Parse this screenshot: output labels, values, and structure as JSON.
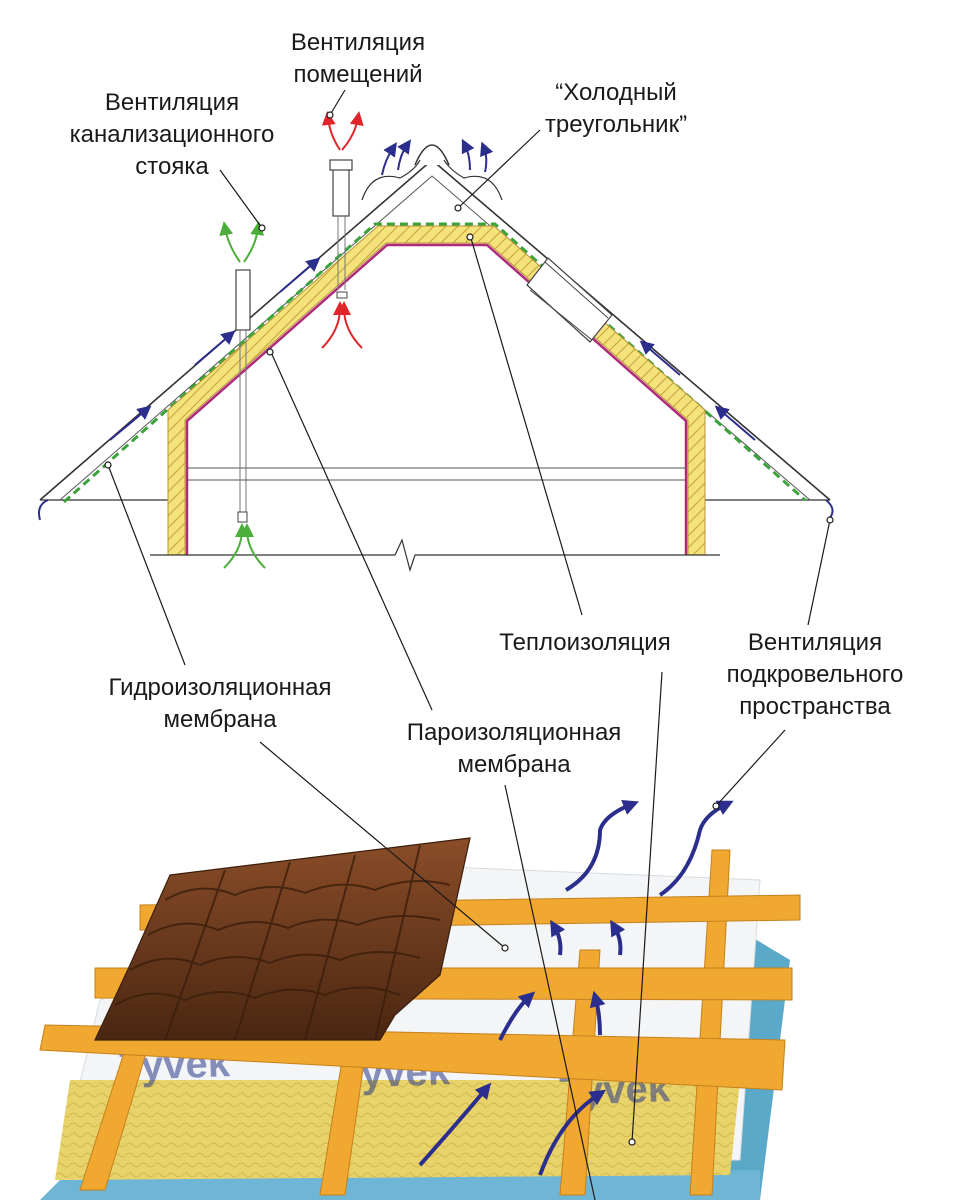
{
  "labels": {
    "vent_stack": [
      "Вентиляция",
      "канализационного",
      "стояка"
    ],
    "vent_rooms": [
      "Вентиляция",
      "помещений"
    ],
    "cold_triangle": [
      "“Холодный",
      "треугольник”"
    ],
    "thermal_insulation": "Теплоизоляция",
    "vent_under_roof": [
      "Вентиляция",
      "подкровельного",
      "пространства"
    ],
    "waterproof_membrane": [
      "Гидроизоляционная",
      "мембрана"
    ],
    "vapor_barrier": [
      "Пароизоляционная",
      "мембрана"
    ]
  },
  "membrane_print": [
    "Tyvek",
    "Tyvek",
    "Tyvek"
  ],
  "colors": {
    "roof_line": "#333333",
    "insulation": "#f4e27a",
    "insulation_hatch": "#c9a23c",
    "vapor_barrier": "#b02a7a",
    "waterproof_membrane": "#3aa33a",
    "airflow_under_roof": "#2b2e8c",
    "airflow_rooms": "#e0262a",
    "airflow_stack": "#4cae3a",
    "battens": "#f0a830",
    "tiles": "#6b3a1e",
    "wool": "#e8d26a",
    "membrane": "#f3f5f7"
  },
  "icons": [
    "up-arrow-icon",
    "curved-airflow-arrow-icon"
  ]
}
